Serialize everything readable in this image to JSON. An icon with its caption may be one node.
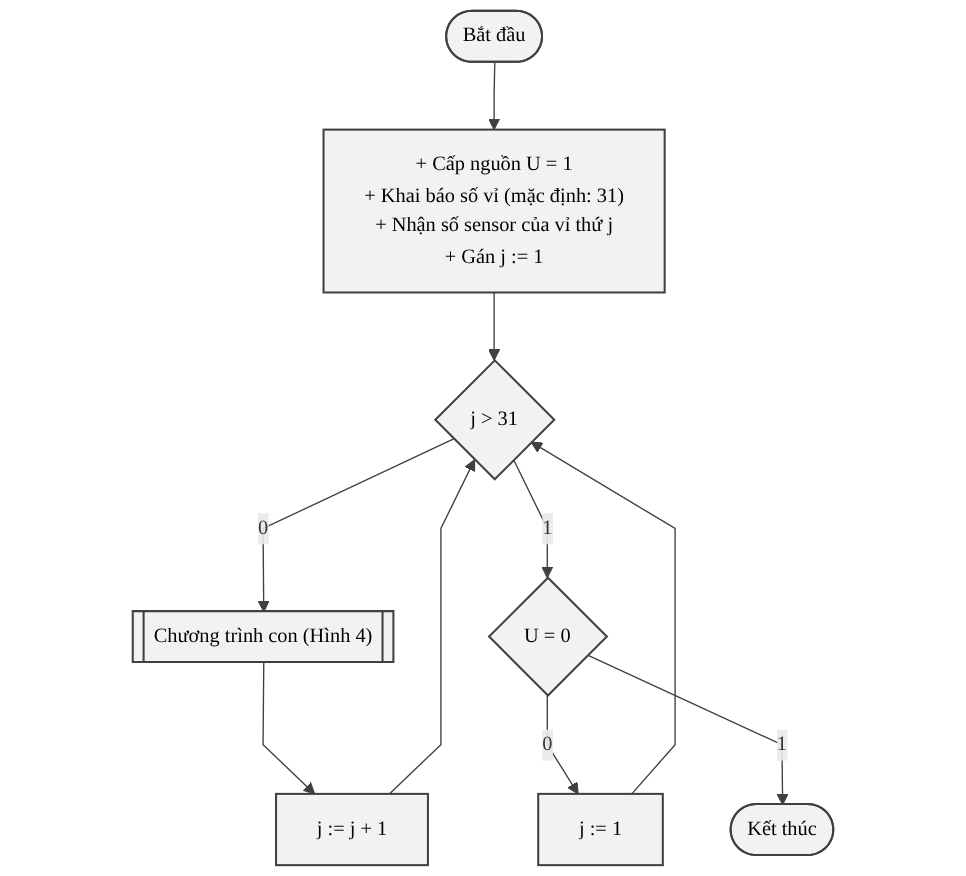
{
  "diagram": {
    "nodes": [
      {
        "text": [
          "Bắt đầu"
        ]
      },
      {
        "text": [
          "+ Cấp nguồn U = 1",
          "+ Khai báo số vỉ (mặc định: 31)",
          "+ Nhận số sensor của vỉ thứ j",
          "+ Gán  j := 1"
        ]
      },
      {
        "text": [
          "j := j + 1"
        ]
      },
      {
        "text": [
          "j > 31"
        ]
      },
      {
        "text": [
          "Chương trình con (Hình 4)"
        ]
      },
      {
        "text": [
          "j := 1"
        ]
      },
      {
        "text": [
          "U = 0"
        ]
      },
      {
        "text": [
          "Kết thúc"
        ]
      }
    ],
    "edges": [
      {
        "from": 0,
        "to": 1,
        "arrow": "to"
      },
      {
        "from": 1,
        "to": 3,
        "arrow": "to"
      },
      {
        "from": 2,
        "to": 3,
        "arrow": "to"
      },
      {
        "from": 5,
        "to": 3,
        "arrow": "to"
      },
      {
        "from": 3,
        "to": 4,
        "label": "0",
        "arrow": "to"
      },
      {
        "from": 4,
        "to": 2,
        "arrow": "to"
      },
      {
        "from": 3,
        "to": 6,
        "label": "1",
        "arrow": "to"
      },
      {
        "from": 6,
        "to": 5,
        "label": "0",
        "arrow": "to"
      },
      {
        "from": 6,
        "to": 7,
        "label": "1",
        "arrow": "to"
      }
    ]
  }
}
